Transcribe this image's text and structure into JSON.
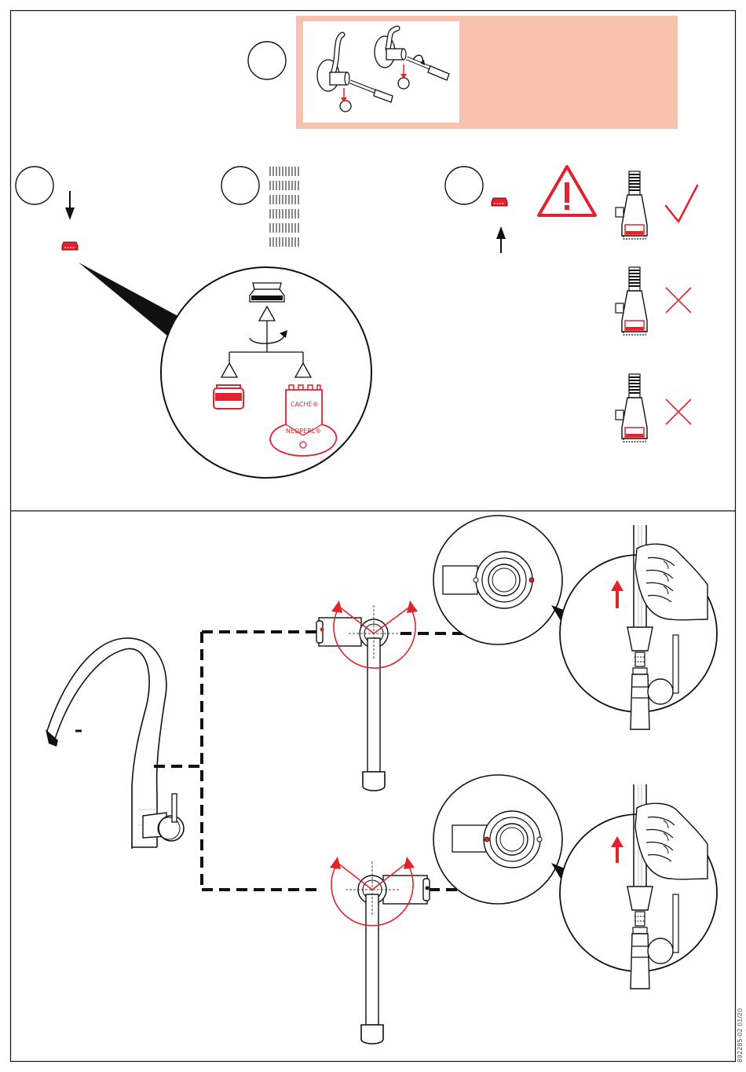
{
  "document": {
    "code": "892285-02 01/20"
  },
  "labels": {
    "cache_text": "CACHÉ®",
    "neoperl_text": "NEOPERL®"
  },
  "colors": {
    "accent_red": "#e0232d",
    "panel_pink": "#f9c2ae",
    "line_black": "#1a1a1a"
  },
  "icons": {
    "warning": "warning-triangle-icon",
    "ok": "checkmark-icon",
    "bad": "cross-icon"
  }
}
